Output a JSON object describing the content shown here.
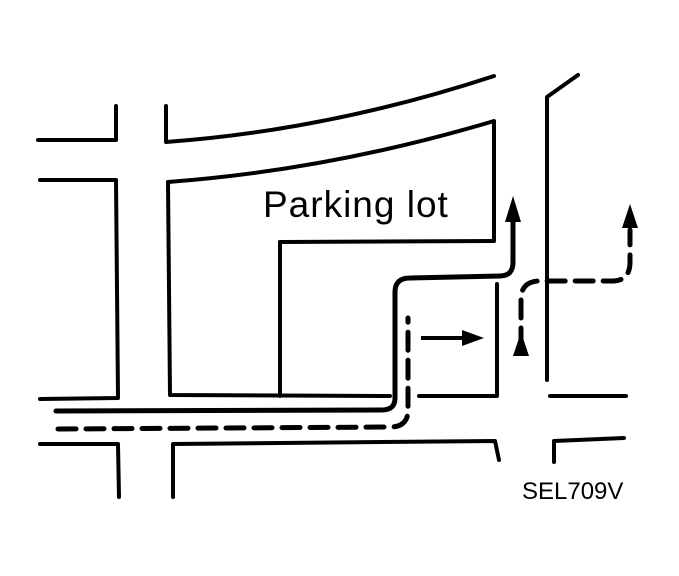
{
  "diagram": {
    "labels": {
      "parking_lot": "Parking lot",
      "figure_code": "SEL709V"
    },
    "colors": {
      "ink": "#000000",
      "background": "#ffffff"
    },
    "routes": [
      {
        "name": "solid-route",
        "style": "solid",
        "description": "enters from left along road, turns up into parking lot and exits north"
      },
      {
        "name": "dashed-route",
        "style": "dashed",
        "description": "enters from left along road, turns up past lot, crosses side street and exits north on right"
      }
    ]
  }
}
